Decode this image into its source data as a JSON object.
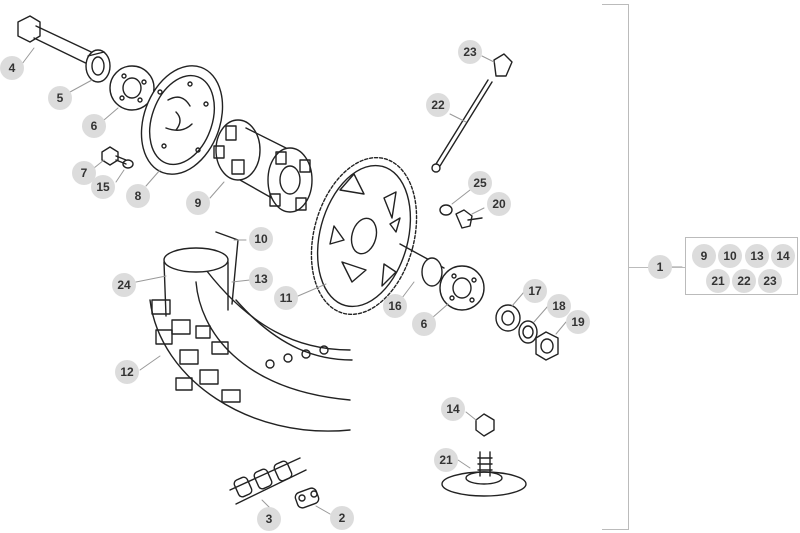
{
  "colors": {
    "line": "#222222",
    "callout_bg": "#dcdcdc",
    "callout_text": "#333333",
    "bracket": "#bbbbbb"
  },
  "callouts": {
    "c1": "1",
    "c2": "2",
    "c3": "3",
    "c4": "4",
    "c5": "5",
    "c6a": "6",
    "c6b": "6",
    "c7": "7",
    "c8": "8",
    "c9": "9",
    "c10": "10",
    "c11": "11",
    "c12": "12",
    "c13": "13",
    "c14": "14",
    "c15": "15",
    "c16": "16",
    "c17": "17",
    "c18": "18",
    "c19": "19",
    "c20": "20",
    "c21": "21",
    "c22": "22",
    "c23": "23",
    "c24": "24",
    "c25": "25"
  },
  "kit": [
    "9",
    "10",
    "13",
    "14",
    "21",
    "22",
    "23"
  ]
}
